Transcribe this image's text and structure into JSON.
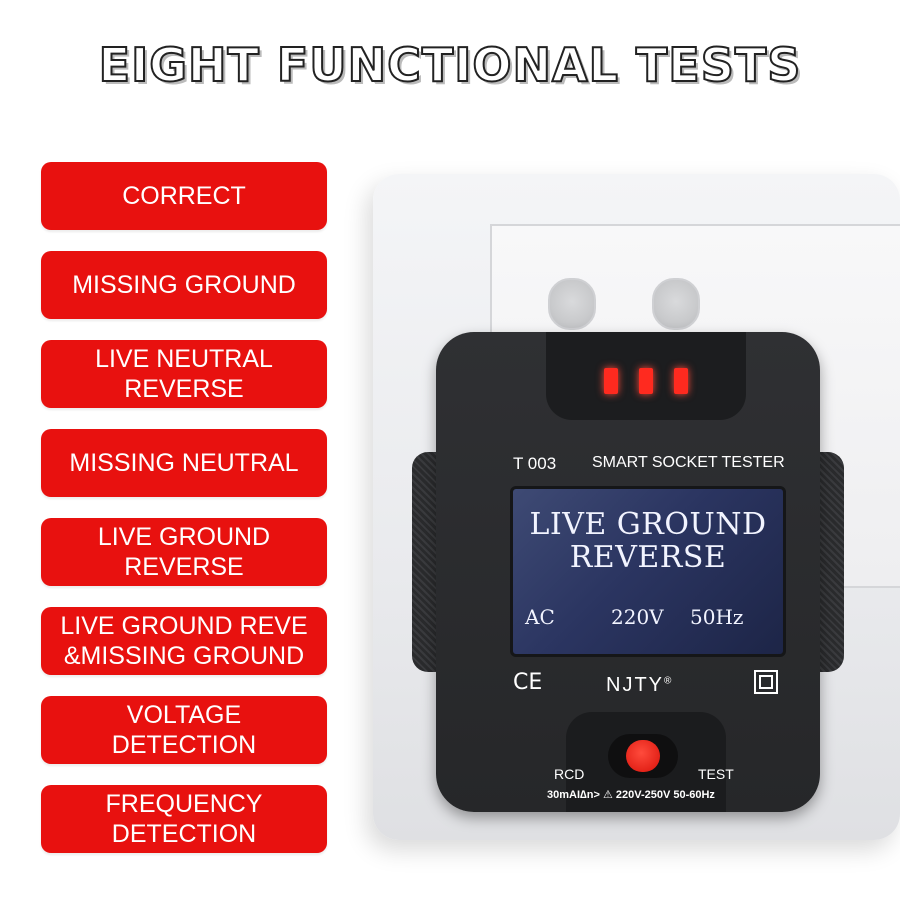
{
  "headline": "EIGHT FUNCTIONAL TESTS",
  "tests": [
    "CORRECT",
    "MISSING GROUND",
    "LIVE NEUTRAL\nREVERSE",
    "MISSING NEUTRAL",
    "LIVE GROUND\nREVERSE",
    "LIVE GROUND REVE\n&MISSING GROUND",
    "VOLTAGE\nDETECTION",
    "FREQUENCY\nDETECTION"
  ],
  "device": {
    "model": "T 003",
    "title": "SMART SOCKET TESTER",
    "display": {
      "line1": "LIVE GROUND",
      "line2": "REVERSE",
      "ac": "AC",
      "voltage": "220V",
      "frequency": "50Hz"
    },
    "ce_mark": "CE",
    "brand": "NJTY",
    "brand_mark": "®",
    "rcd_label": "RCD",
    "test_label": "TEST",
    "spec": "30mAI∆n>  ⚠  220V-250V  50-60Hz"
  },
  "colors": {
    "label_red": "#e8110f",
    "device_body": "#2f3033",
    "lcd_blue": "#2b3561",
    "led_red": "#ff2a1f"
  }
}
